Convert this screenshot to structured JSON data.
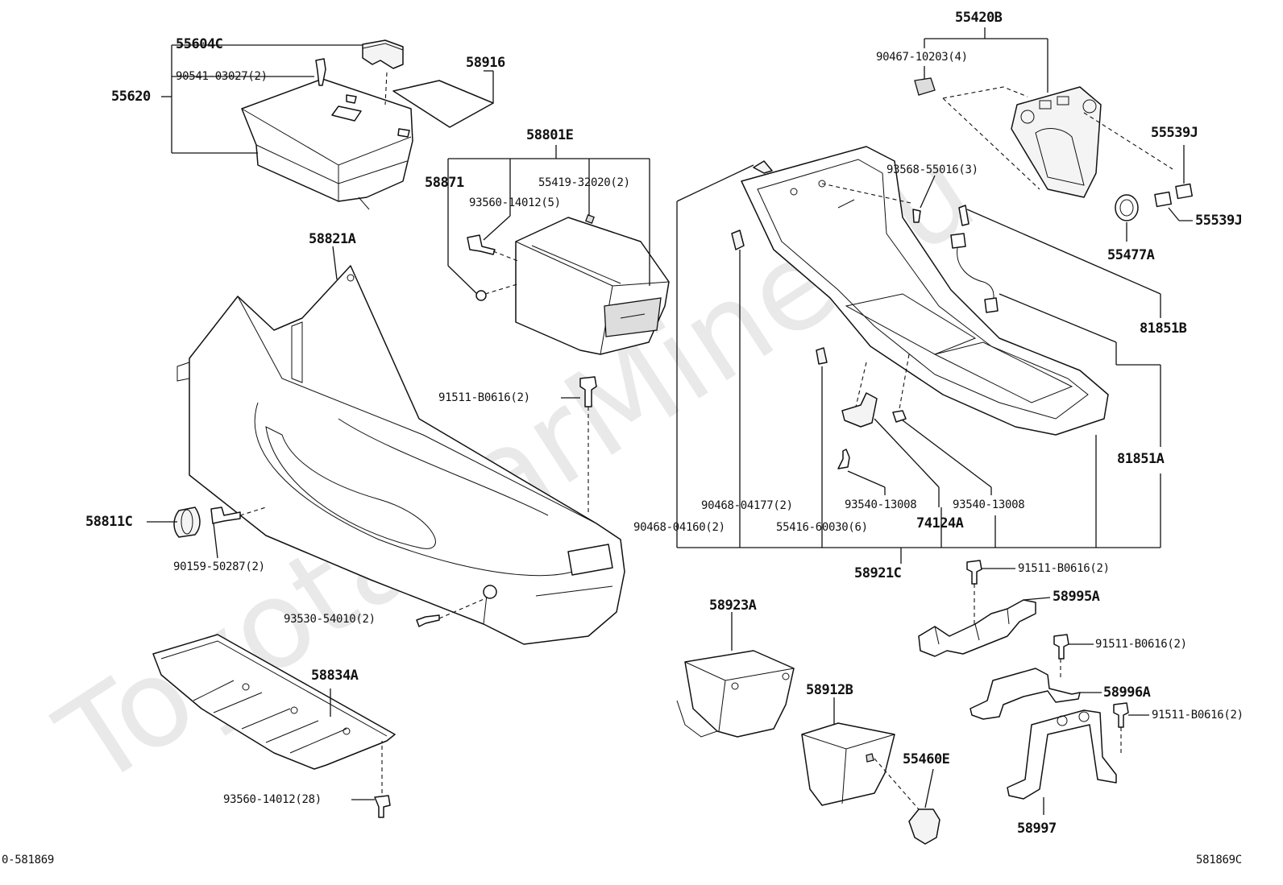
{
  "watermark": "ToyotaCarMine.ru",
  "labels": {
    "p55604C": "55604C",
    "p90541": "90541-03027(2)",
    "p55620": "55620",
    "p58916": "58916",
    "p58801E": "58801E",
    "p58871": "58871",
    "p55419": "55419-32020(2)",
    "p93560a": "93560-14012(5)",
    "p58821A": "58821A",
    "p91511a": "91511-B0616(2)",
    "p58811C": "58811C",
    "p90159": "90159-50287(2)",
    "p93530": "93530-54010(2)",
    "p58834A": "58834A",
    "p93560b": "93560-14012(28)",
    "p55420B": "55420B",
    "p90467": "90467-10203(4)",
    "p55539J1": "55539J",
    "p55539J2": "55539J",
    "p55477A": "55477A",
    "p93568": "93568-55016(3)",
    "p81851B": "81851B",
    "p81851A": "81851A",
    "p90468b": "90468-04177(2)",
    "p93540a": "93540-13008",
    "p93540b": "93540-13008",
    "p90468a": "90468-04160(2)",
    "p55416": "55416-60030(6)",
    "p74124A": "74124A",
    "p58921C": "58921C",
    "p91511b": "91511-B0616(2)",
    "p58995A": "58995A",
    "p58923A": "58923A",
    "p91511c": "91511-B0616(2)",
    "p58912B": "58912B",
    "p58996A": "58996A",
    "p91511d": "91511-B0616(2)",
    "p55460E": "55460E",
    "p58997": "58997"
  },
  "corner": {
    "left": "0-581869",
    "right": "581869C"
  }
}
